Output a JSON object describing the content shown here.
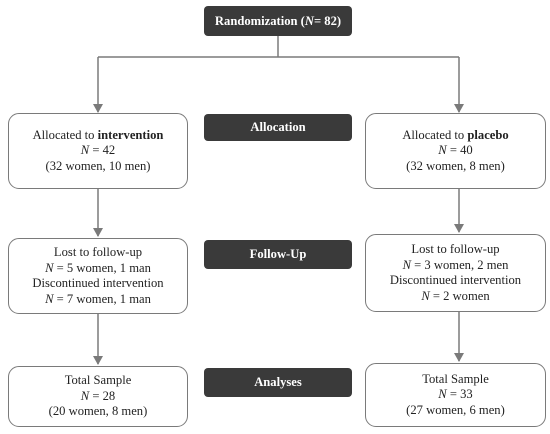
{
  "randomization": {
    "label": "Randomization (",
    "n": "N",
    "value": "= 82)"
  },
  "stages": {
    "allocation": "Allocation",
    "followup": "Follow-Up",
    "analyses": "Analyses"
  },
  "intervention": {
    "allocated_prefix": "Allocated to ",
    "allocated_group": "intervention",
    "n_value": " = 42",
    "composition": "(32 women, 10 men)",
    "lost_label": "Lost to follow-up",
    "lost_value": " = 5 women, 1 man",
    "discontinued_label": "Discontinued intervention",
    "discontinued_value": " = 7 women, 1 man",
    "total_label": "Total Sample",
    "total_value": " = 28",
    "total_composition": "(20 women, 8 men)"
  },
  "placebo": {
    "allocated_prefix": "Allocated to ",
    "allocated_group": "placebo",
    "n_value": " = 40",
    "composition": "(32 women, 8 men)",
    "lost_label": "Lost to follow-up",
    "lost_value": " = 3 women, 2 men",
    "discontinued_label": "Discontinued intervention",
    "discontinued_value": " = 2 women",
    "total_label": "Total Sample",
    "total_value": " = 33",
    "total_composition": "(27 women, 6 men)"
  },
  "n_symbol": "N",
  "colors": {
    "stage_fill": "#3a3a3a",
    "connector": "#7a7a7a",
    "box_border": "#7a7a7a"
  }
}
